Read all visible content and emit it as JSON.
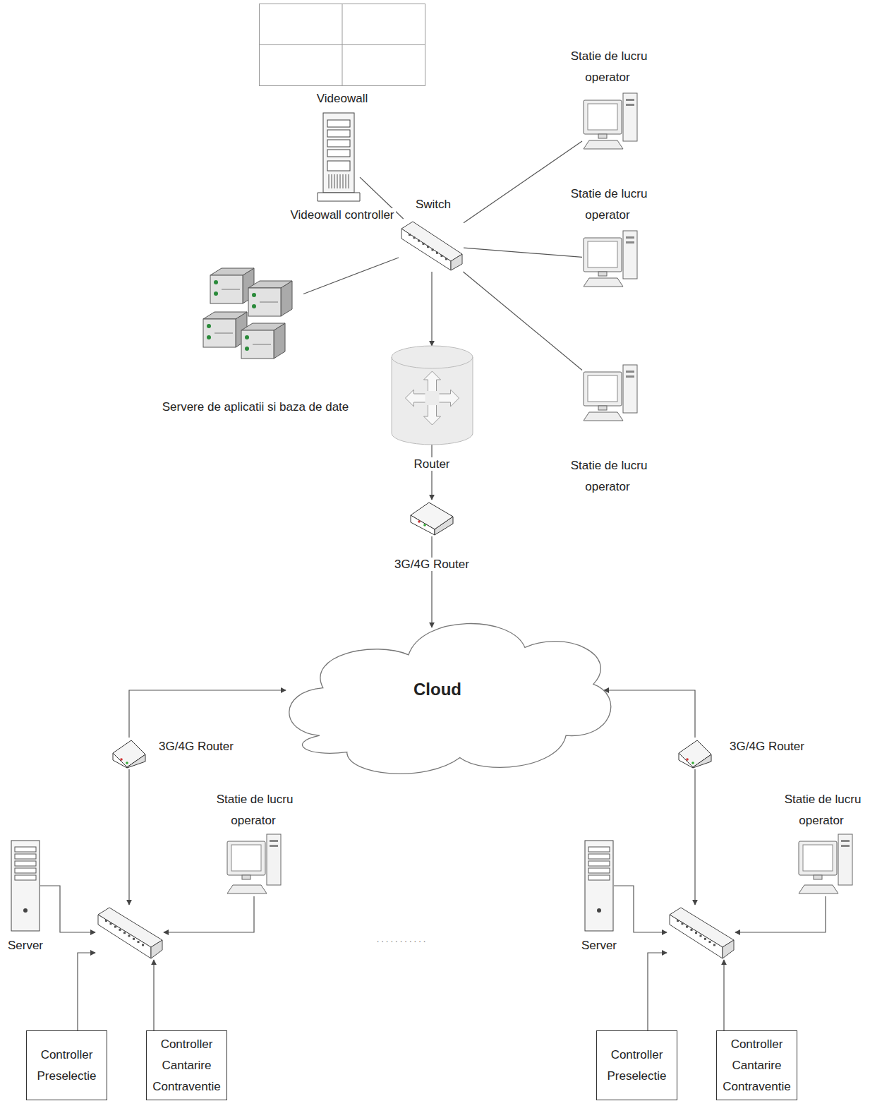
{
  "diagram": {
    "nodes": [
      {
        "text": [
          "Videowall"
        ]
      },
      {
        "text": [
          "Statie de lucru operator"
        ]
      },
      {
        "text": [
          "Videowall controller"
        ]
      },
      {
        "text": [
          "Switch"
        ]
      },
      {
        "text": [
          "Statie de lucru operator"
        ]
      },
      {
        "text": [
          "Servere de aplicatii si baza de date"
        ]
      },
      {
        "text": [
          "Router"
        ]
      },
      {
        "text": [
          "Statie de lucru operator"
        ]
      },
      {
        "text": [
          "3G/4G Router"
        ]
      },
      {
        "text": [
          "Cloud"
        ]
      },
      {
        "text": [
          "3G/4G Router"
        ]
      },
      {
        "text": [
          "Statie de lucru operator"
        ]
      },
      {
        "text": [
          "3G/4G Router"
        ]
      },
      {
        "text": [
          "Statie de lucru operator"
        ]
      },
      {
        "text": [
          "Server"
        ]
      },
      {
        "text": []
      },
      {
        "text": [
          "Server"
        ]
      },
      {
        "text": []
      },
      {
        "text": [
          "Controller Preselectie"
        ]
      },
      {
        "text": [
          "Controller Cantarire Contraventie"
        ]
      },
      {
        "text": [
          "Controller Preselectie"
        ]
      },
      {
        "text": [
          "Controller Cantarire Contraventie"
        ]
      }
    ],
    "edges": [
      {
        "from": 2,
        "to": 3,
        "arrow": "none"
      },
      {
        "from": 3,
        "to": 1,
        "arrow": "none"
      },
      {
        "from": 3,
        "to": 4,
        "arrow": "none"
      },
      {
        "from": 3,
        "to": 7,
        "arrow": "none"
      },
      {
        "from": 3,
        "to": 5,
        "arrow": "none"
      },
      {
        "from": 3,
        "to": 6,
        "arrow": "to"
      },
      {
        "from": 6,
        "to": 8,
        "arrow": "to"
      },
      {
        "from": 8,
        "to": 9,
        "arrow": "to"
      },
      {
        "from": 10,
        "to": 9,
        "arrow": "to"
      },
      {
        "from": 10,
        "to": 15,
        "arrow": "to"
      },
      {
        "from": 14,
        "to": 15,
        "arrow": "to"
      },
      {
        "from": 11,
        "to": 15,
        "arrow": "to"
      },
      {
        "from": 18,
        "to": 15,
        "arrow": "to"
      },
      {
        "from": 19,
        "to": 15,
        "arrow": "to"
      },
      {
        "from": 12,
        "to": 9,
        "arrow": "to"
      },
      {
        "from": 12,
        "to": 17,
        "arrow": "to"
      },
      {
        "from": 16,
        "to": 17,
        "arrow": "to"
      },
      {
        "from": 13,
        "to": 17,
        "arrow": "to"
      },
      {
        "from": 20,
        "to": 17,
        "arrow": "to"
      },
      {
        "from": 21,
        "to": 17,
        "arrow": "to"
      }
    ],
    "labels": [
      "..........."
    ]
  }
}
